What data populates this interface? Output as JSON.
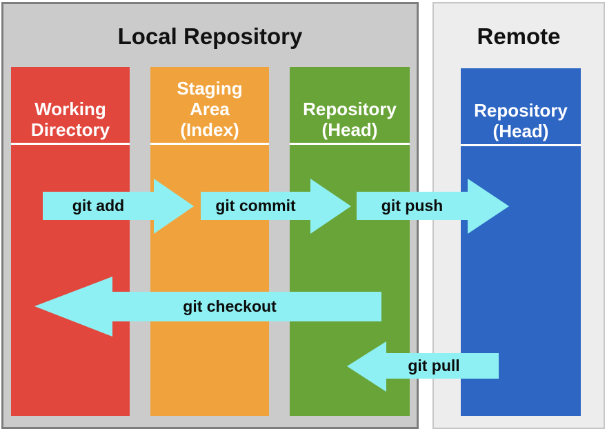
{
  "local": {
    "title": "Local Repository",
    "columns": [
      {
        "name": "Working Directory",
        "label": "Working\nDirectory",
        "color": "#E2473E"
      },
      {
        "name": "Staging Area (Index)",
        "label": "Staging\nArea\n(Index)",
        "color": "#F0A23C"
      },
      {
        "name": "Repository (Head)",
        "label": "Repository\n(Head)",
        "color": "#68A437"
      }
    ]
  },
  "remote": {
    "title": "Remote",
    "column": {
      "name": "Repository (Head)",
      "label": "Repository\n(Head)",
      "color": "#2E66C4"
    }
  },
  "arrows": [
    {
      "label": "git add",
      "direction": "right",
      "from": "Working Directory",
      "to": "Staging Area (Index)"
    },
    {
      "label": "git commit",
      "direction": "right",
      "from": "Staging Area (Index)",
      "to": "Repository (Head)"
    },
    {
      "label": "git push",
      "direction": "right",
      "from": "Repository (Head)",
      "to": "Remote Repository (Head)"
    },
    {
      "label": "git checkout",
      "direction": "left",
      "from": "Repository (Head)",
      "to": "Working Directory"
    },
    {
      "label": "git pull",
      "direction": "left",
      "from": "Remote Repository (Head)",
      "to": "Repository (Head)"
    }
  ],
  "colors": {
    "local_panel_bg": "#CBCBCB",
    "local_panel_border": "#7D7D7D",
    "remote_panel_bg": "#EDEDED",
    "remote_panel_border": "#C6C6C6",
    "arrow_fill": "#8EF0F2",
    "working_directory": "#E2473E",
    "staging_area": "#F0A23C",
    "repository_head": "#68A437",
    "remote_repository": "#2E66C4",
    "header_text": "#FFFFFF",
    "title_text": "#111111"
  }
}
